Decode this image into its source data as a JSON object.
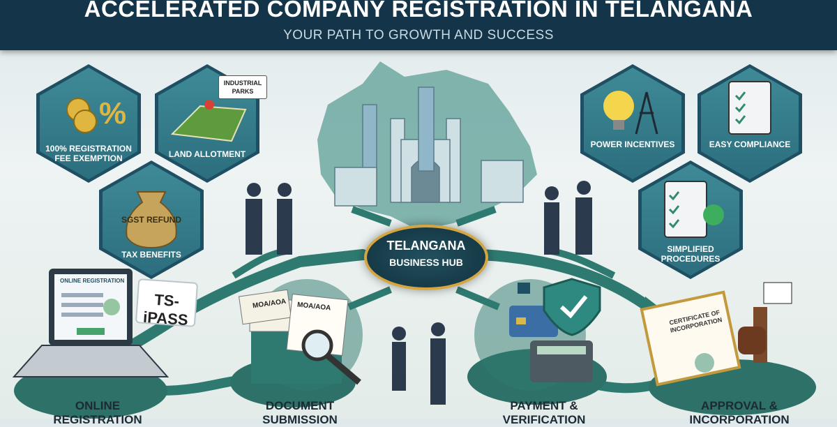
{
  "header": {
    "title": "ACCELERATED COMPANY REGISTRATION IN TELANGANA",
    "subtitle": "YOUR PATH TO GROWTH AND SUCCESS"
  },
  "benefits": {
    "fee_exemption": "100% REGISTRATION FEE EXEMPTION",
    "land_allotment": "LAND ALLOTMENT",
    "industrial_parks": "INDUSTRIAL PARKS",
    "tax_benefits": "TAX BENEFITS",
    "sgst_refund": "SGST REFUND",
    "power_incentives": "POWER INCENTIVES",
    "easy_compliance": "EASY COMPLIANCE",
    "simplified_procedures": "SIMPLIFIED PROCEDURES"
  },
  "hub": {
    "title": "TELANGANA",
    "subtitle": "BUSINESS HUB"
  },
  "steps": {
    "online_registration": "ONLINE REGISTRATION",
    "document_submission": "DOCUMENT SUBMISSION",
    "payment_verification": "PAYMENT & VERIFICATION",
    "approval_incorporation": "APPROVAL & INCORPORATION"
  },
  "props": {
    "tspass": "TS-iPASS",
    "laptop_screen": "ONLINE REGISTRATION",
    "moa_1": "MOA/AOA",
    "moa_2": "MOA/AOA",
    "certificate": "CERTIFICATE OF INCORPORATION"
  },
  "colors": {
    "header_bg": "#14344a",
    "hex_fill": "#2c6e7e",
    "arrow": "#2f7a70",
    "hub_ring": "#d3a642"
  }
}
